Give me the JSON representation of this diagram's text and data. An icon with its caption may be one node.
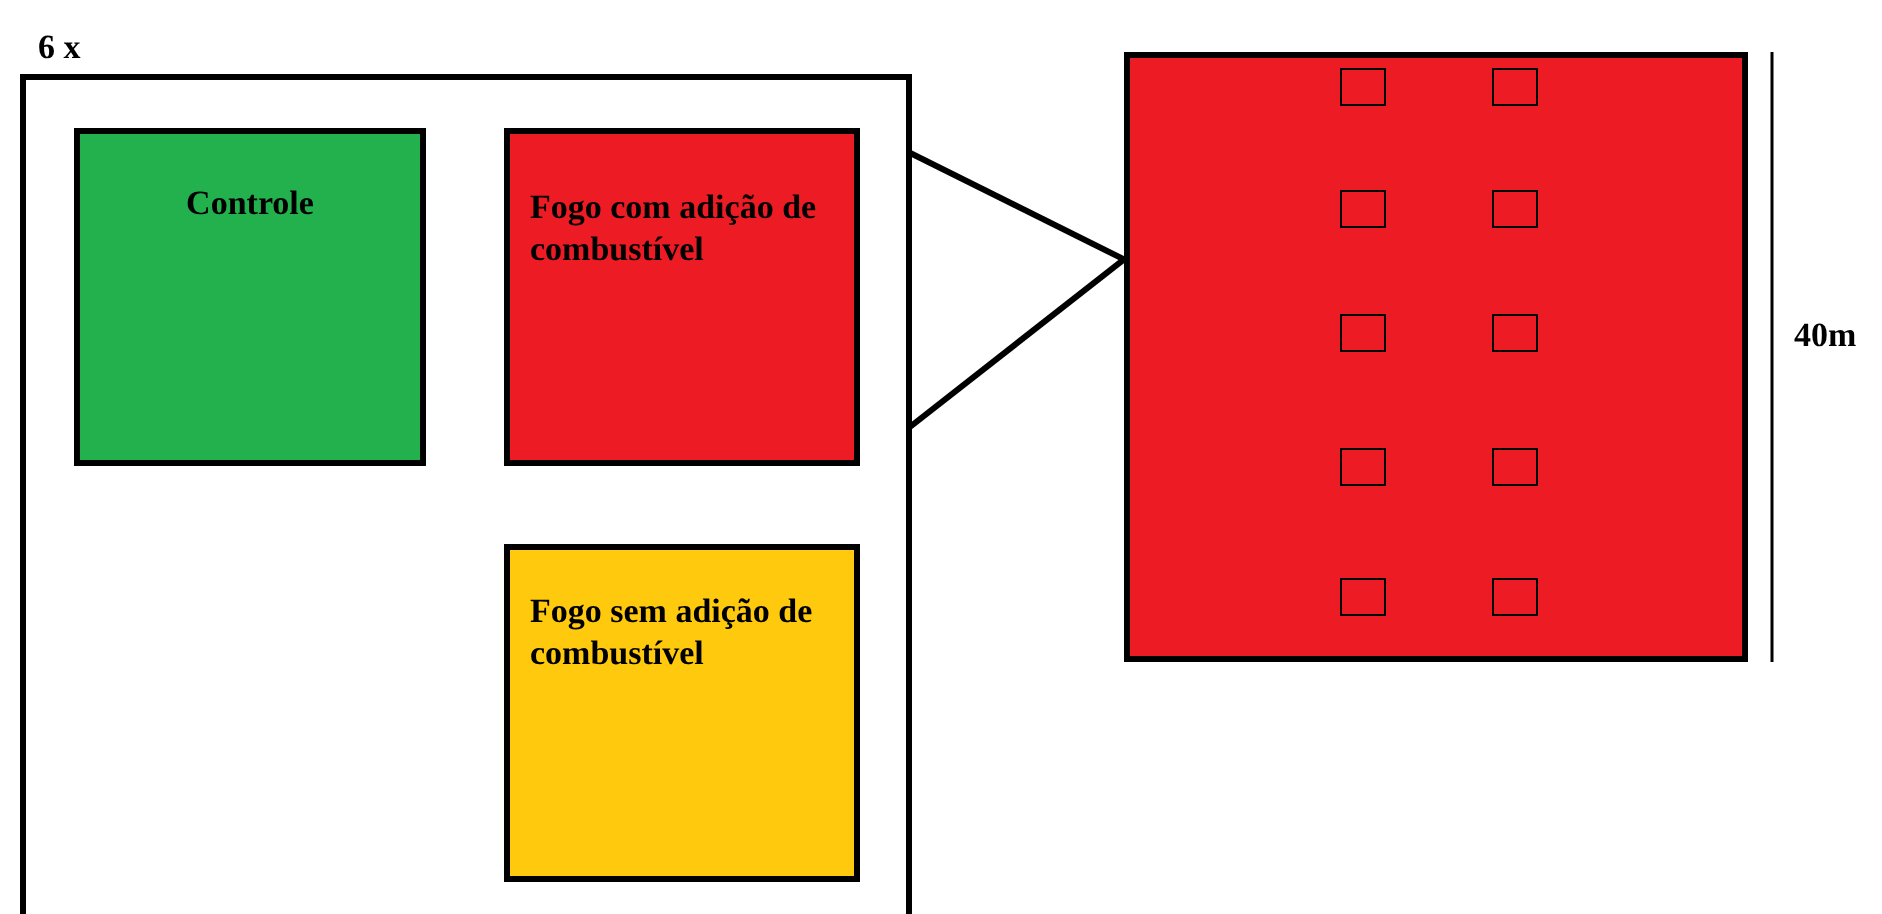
{
  "diagram": {
    "nodes": [
      {
        "text": [
          "6 x"
        ]
      },
      {
        "text": [
          "Controle"
        ],
        "in": 0
      },
      {
        "text": [
          "Fogo com adição de combustível"
        ],
        "in": 0
      },
      {
        "text": [
          "Fogo sem adição de combustível"
        ],
        "in": 0
      },
      {
        "text": [],
        "shape": "box"
      },
      {
        "text": [],
        "shape": "box",
        "in": 4
      },
      {
        "text": [],
        "shape": "box",
        "in": 4
      },
      {
        "text": [],
        "shape": "box",
        "in": 4
      },
      {
        "text": [],
        "shape": "box",
        "in": 4
      },
      {
        "text": [],
        "shape": "box",
        "in": 4
      },
      {
        "text": [],
        "shape": "box",
        "in": 4
      },
      {
        "text": [],
        "shape": "box",
        "in": 4
      },
      {
        "text": [],
        "shape": "box",
        "in": 4
      },
      {
        "text": [],
        "shape": "box",
        "in": 4
      },
      {
        "text": [],
        "shape": "box",
        "in": 4
      }
    ],
    "edges": [
      {
        "from": 2,
        "to": 4,
        "arrow": "none"
      },
      {
        "from": 2,
        "to": 4,
        "arrow": "none"
      }
    ],
    "labels": [
      "40m"
    ]
  }
}
